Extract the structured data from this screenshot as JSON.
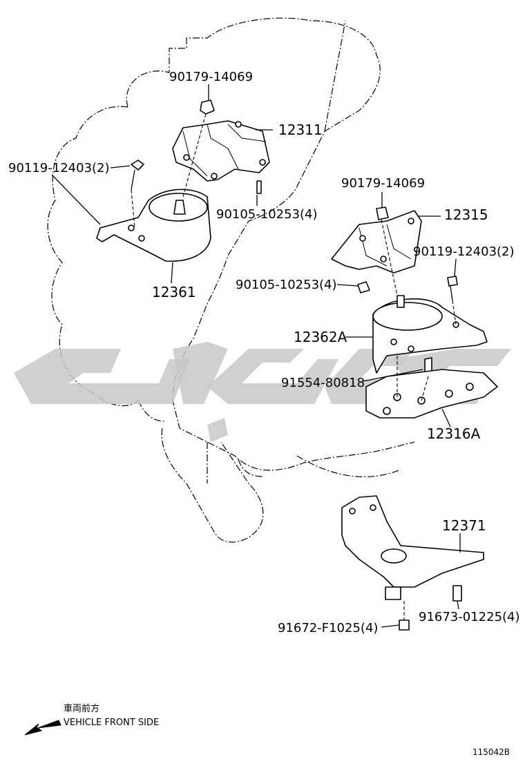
{
  "parts": {
    "p_90179_a": "90179-14069",
    "p_12311": "12311",
    "p_90119_a": "90119-12403(2)",
    "p_90105_a": "90105-10253(4)",
    "p_12361": "12361",
    "p_90179_b": "90179-14069",
    "p_12315": "12315",
    "p_90119_b": "90119-12403(2)",
    "p_90105_b": "90105-10253(4)",
    "p_12362A": "12362A",
    "p_91554": "91554-80818",
    "p_12316A": "12316A",
    "p_12371": "12371",
    "p_91673": "91673-01225(4)",
    "p_91672": "91672-F1025(4)"
  },
  "legend": {
    "japanese": "車両前方",
    "english": "VEHICLE FRONT SIDE",
    "arrow_icon": "arrow-left-down-icon"
  },
  "diagram_ref": "115042B",
  "watermark_color": "#c8c8c8"
}
